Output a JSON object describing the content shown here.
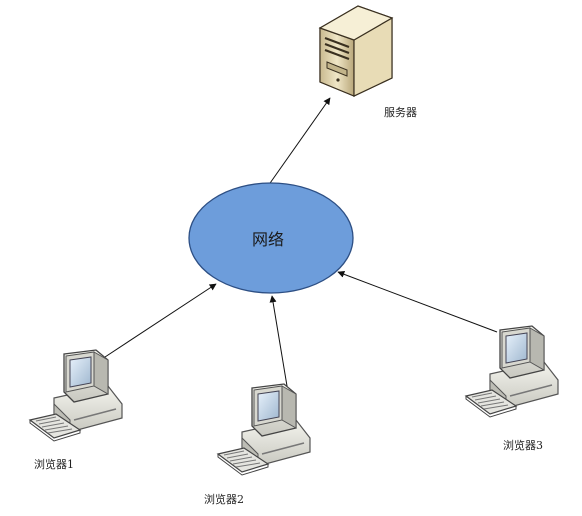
{
  "server": {
    "label": "服务器",
    "icon": "server-tower-icon"
  },
  "network": {
    "label": "网络",
    "fill": "#6d9ddb"
  },
  "browsers": [
    {
      "label": "浏览器1",
      "icon": "desktop-computer-icon"
    },
    {
      "label": "浏览器2",
      "icon": "desktop-computer-icon"
    },
    {
      "label": "浏览器3",
      "icon": "desktop-computer-icon"
    }
  ]
}
